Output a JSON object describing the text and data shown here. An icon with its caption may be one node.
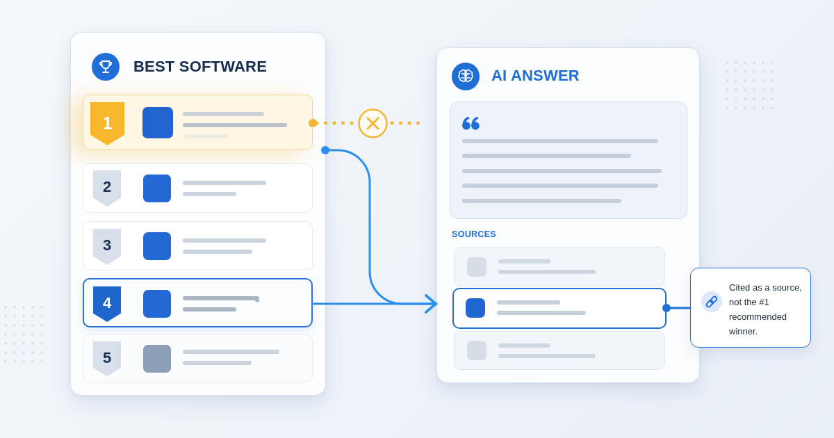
{
  "diagram": {
    "nodes": [
      {
        "text": [
          "BEST SOFTWARE"
        ]
      },
      {
        "text": [
          "1"
        ],
        "in": 0
      },
      {
        "text": [
          "2"
        ],
        "in": 0
      },
      {
        "text": [
          "3"
        ],
        "in": 0
      },
      {
        "text": [
          "4"
        ],
        "in": 0
      },
      {
        "text": [
          "5"
        ],
        "in": 0
      },
      {
        "text": [],
        "shape": "circle"
      },
      {
        "text": [
          "AI ANSWER",
          "SOURCES"
        ]
      },
      {
        "text": [],
        "shape": "box",
        "in": 7
      },
      {
        "text": [],
        "shape": "box",
        "in": 7
      },
      {
        "text": [],
        "shape": "box",
        "in": 7
      },
      {
        "text": [],
        "shape": "box",
        "in": 7
      },
      {
        "text": [
          "Cited as a source, not the #1 recommended winner."
        ]
      }
    ],
    "edges": [
      {
        "from": 1,
        "to": 6,
        "arrow": "other",
        "style": "dashed",
        "color": "#f5b533"
      },
      {
        "from": 6,
        "to": null,
        "arrow": "none",
        "style": "dashed",
        "color": "#f5b533"
      },
      {
        "from": 1,
        "to": 7,
        "arrow": "to",
        "color": "#2b8ff0"
      },
      {
        "from": 4,
        "to": 7,
        "arrow": "to",
        "color": "#2b8ff0"
      },
      {
        "from": 10,
        "to": 12,
        "arrow": "other",
        "color": "#1f6fd6"
      }
    ]
  }
}
